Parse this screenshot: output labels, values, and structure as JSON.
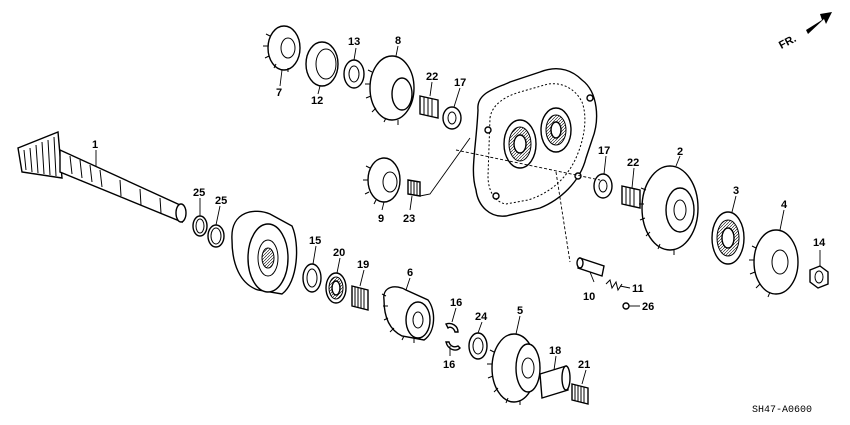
{
  "diagram_code": "SH47-A0600",
  "direction_label": "FR.",
  "parts": [
    {
      "key": "p1",
      "text": "1"
    },
    {
      "key": "p2",
      "text": "2"
    },
    {
      "key": "p3",
      "text": "3"
    },
    {
      "key": "p4",
      "text": "4"
    },
    {
      "key": "p5",
      "text": "5"
    },
    {
      "key": "p6",
      "text": "6"
    },
    {
      "key": "p7",
      "text": "7"
    },
    {
      "key": "p8",
      "text": "8"
    },
    {
      "key": "p9",
      "text": "9"
    },
    {
      "key": "p10",
      "text": "10"
    },
    {
      "key": "p11",
      "text": "11"
    },
    {
      "key": "p12",
      "text": "12"
    },
    {
      "key": "p13",
      "text": "13"
    },
    {
      "key": "p14",
      "text": "14"
    },
    {
      "key": "p15",
      "text": "15"
    },
    {
      "key": "p16a",
      "text": "16"
    },
    {
      "key": "p16b",
      "text": "16"
    },
    {
      "key": "p17a",
      "text": "17"
    },
    {
      "key": "p17b",
      "text": "17"
    },
    {
      "key": "p18",
      "text": "18"
    },
    {
      "key": "p19",
      "text": "19"
    },
    {
      "key": "p20",
      "text": "20"
    },
    {
      "key": "p21",
      "text": "21"
    },
    {
      "key": "p22a",
      "text": "22"
    },
    {
      "key": "p22b",
      "text": "22"
    },
    {
      "key": "p23",
      "text": "23"
    },
    {
      "key": "p24",
      "text": "24"
    },
    {
      "key": "p25a",
      "text": "25"
    },
    {
      "key": "p25b",
      "text": "25"
    },
    {
      "key": "p26",
      "text": "26"
    }
  ]
}
